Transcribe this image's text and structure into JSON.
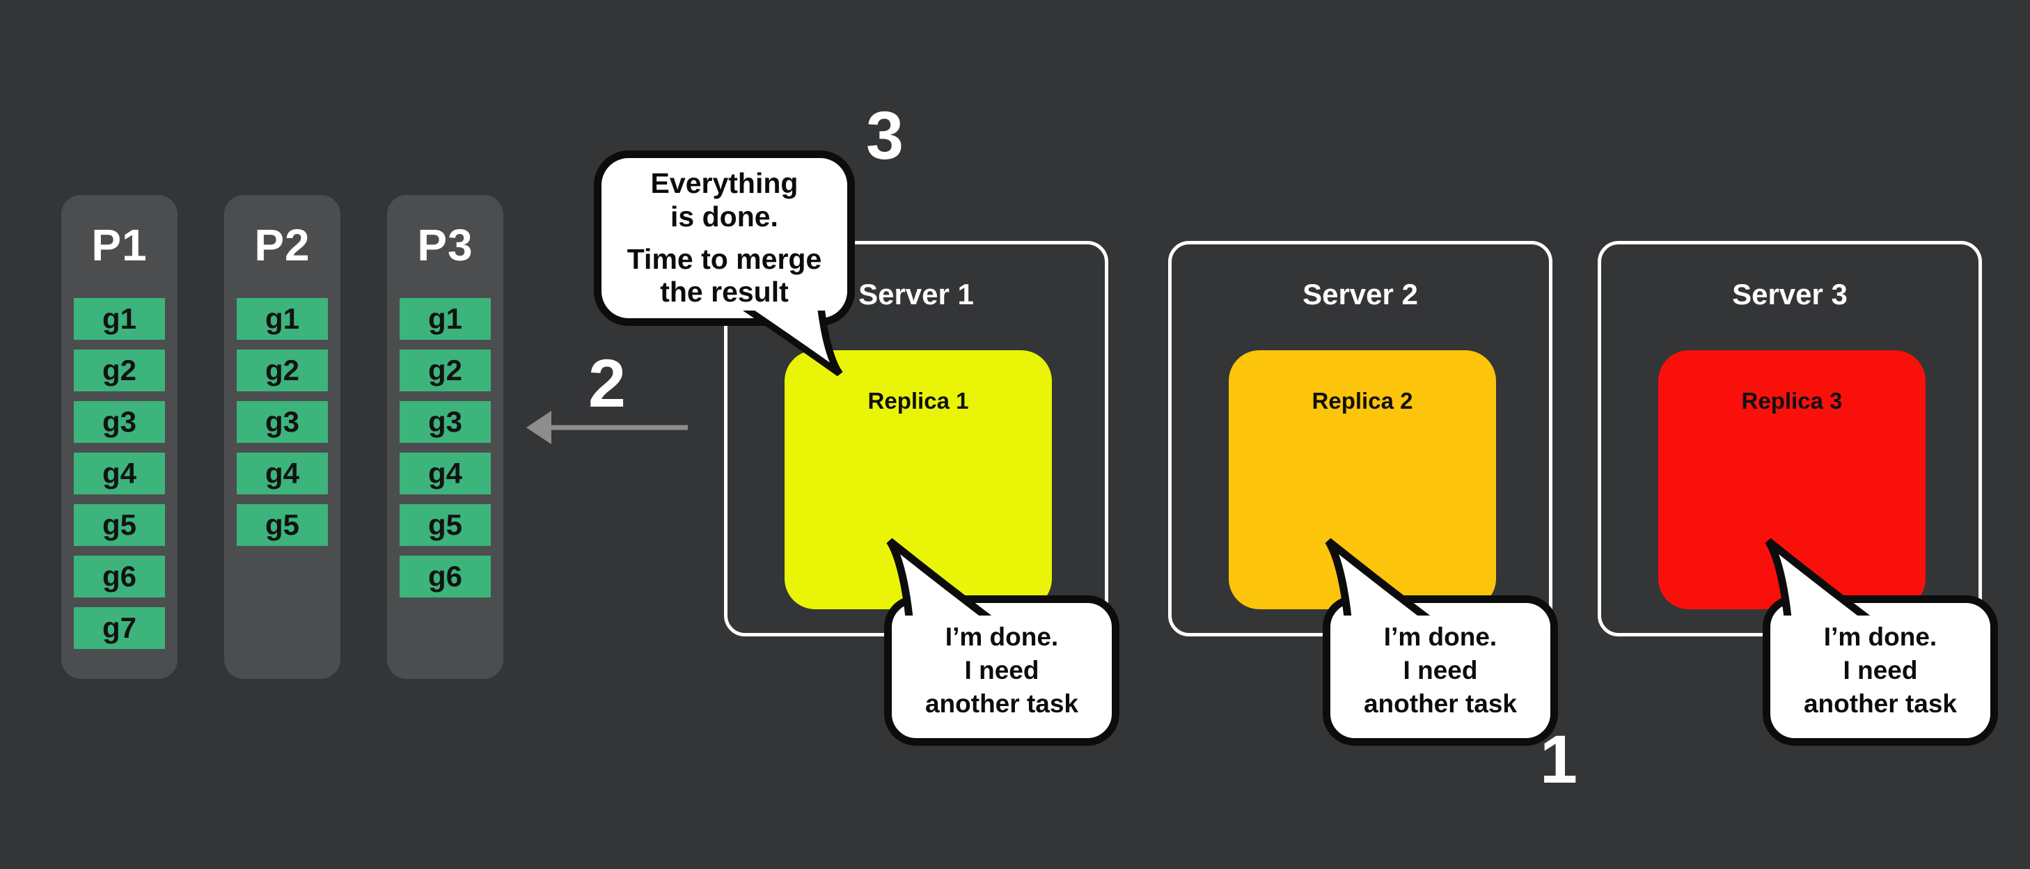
{
  "colors": {
    "background": "#343537",
    "panel_gray": "#4c4d4f",
    "task_green": "#3cb47c",
    "replica_yellow": "#e9f407",
    "replica_orange": "#fcc40a",
    "replica_red": "#fa100a",
    "arrow_gray": "#8d8d8d",
    "outline_black": "#0c0c0c",
    "text_white": "#ffffff"
  },
  "partitions": [
    {
      "label": "P1",
      "tasks": [
        "g1",
        "g2",
        "g3",
        "g4",
        "g5",
        "g6",
        "g7"
      ]
    },
    {
      "label": "P2",
      "tasks": [
        "g1",
        "g2",
        "g3",
        "g4",
        "g5"
      ]
    },
    {
      "label": "P3",
      "tasks": [
        "g1",
        "g2",
        "g3",
        "g4",
        "g5",
        "g6"
      ]
    }
  ],
  "servers": [
    {
      "label": "Server 1",
      "replica_label": "Replica 1",
      "replica_color": "#e9f407"
    },
    {
      "label": "Server 2",
      "replica_label": "Replica 2",
      "replica_color": "#fcc40a"
    },
    {
      "label": "Server 3",
      "replica_label": "Replica 3",
      "replica_color": "#fa100a"
    }
  ],
  "speech": {
    "merge": {
      "line1": "Everything",
      "line2": "is done.",
      "line3": "Time to merge",
      "line4": "the result"
    },
    "done": {
      "line1": "I’m done.",
      "line2": "I need",
      "line3": "another task"
    }
  },
  "steps": {
    "one": "1",
    "two": "2",
    "three": "3"
  }
}
